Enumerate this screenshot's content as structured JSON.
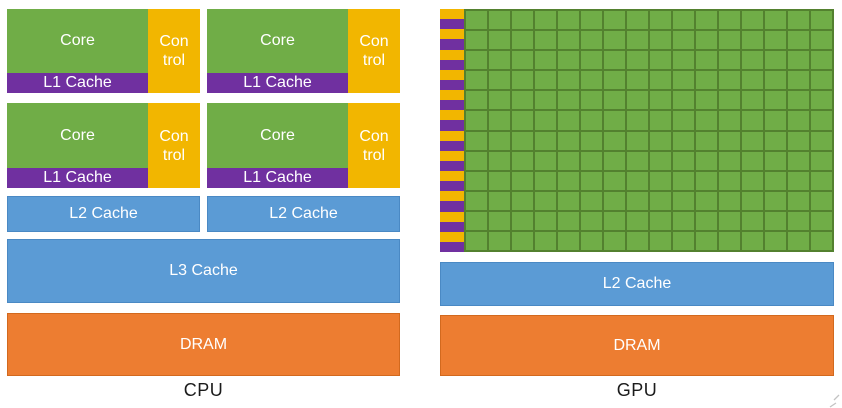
{
  "cpu": {
    "caption": "CPU",
    "core_block": {
      "core": "Core",
      "control": "Con trol",
      "l1": "L1 Cache"
    },
    "core_block_count": 4,
    "l2": "L2 Cache",
    "l2_count": 2,
    "l3": "L3 Cache",
    "dram": "DRAM"
  },
  "gpu": {
    "caption": "GPU",
    "grid": {
      "rows": 12,
      "cols": 16
    },
    "l2": "L2 Cache",
    "dram": "DRAM"
  },
  "colors": {
    "core_green": "#70AD47",
    "grid_line_green": "#53812F",
    "control_gold": "#F2B600",
    "l1_purple": "#7030A0",
    "cache_blue": "#5B9BD5",
    "dram_orange": "#ED7D31",
    "text_white": "#FFFFFF",
    "label_black": "#1B1B1B"
  }
}
